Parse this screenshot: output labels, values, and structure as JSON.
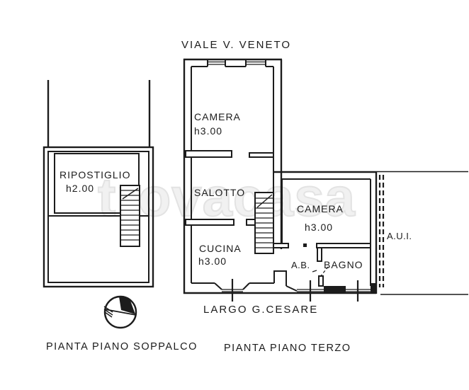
{
  "watermark": "trovacasa",
  "streets": {
    "top": "VIALE V. VENETO",
    "bottom": "LARGO G.CESARE"
  },
  "captions": {
    "left_plan": "PIANTA PIANO SOPPALCO",
    "right_plan": "PIANTA PIANO TERZO"
  },
  "rooms": {
    "camera_top": {
      "name": "CAMERA",
      "height": "h3.00"
    },
    "salotto": {
      "name": "SALOTTO"
    },
    "cucina": {
      "name": "CUCINA",
      "height": "h3.00"
    },
    "camera_right": {
      "name": "CAMERA",
      "height": "h3.00"
    },
    "ripostiglio": {
      "name": "RIPOSTIGLIO",
      "height": "h2.00"
    },
    "antibagno": {
      "name": "A.B."
    },
    "bagno": {
      "name": "BAGNO"
    },
    "adjacent_unit": {
      "name": "A.U.I."
    }
  },
  "colors": {
    "ink": "#1c1c1c",
    "paper": "#ffffff",
    "watermark_stroke": "#e3e3e3"
  }
}
